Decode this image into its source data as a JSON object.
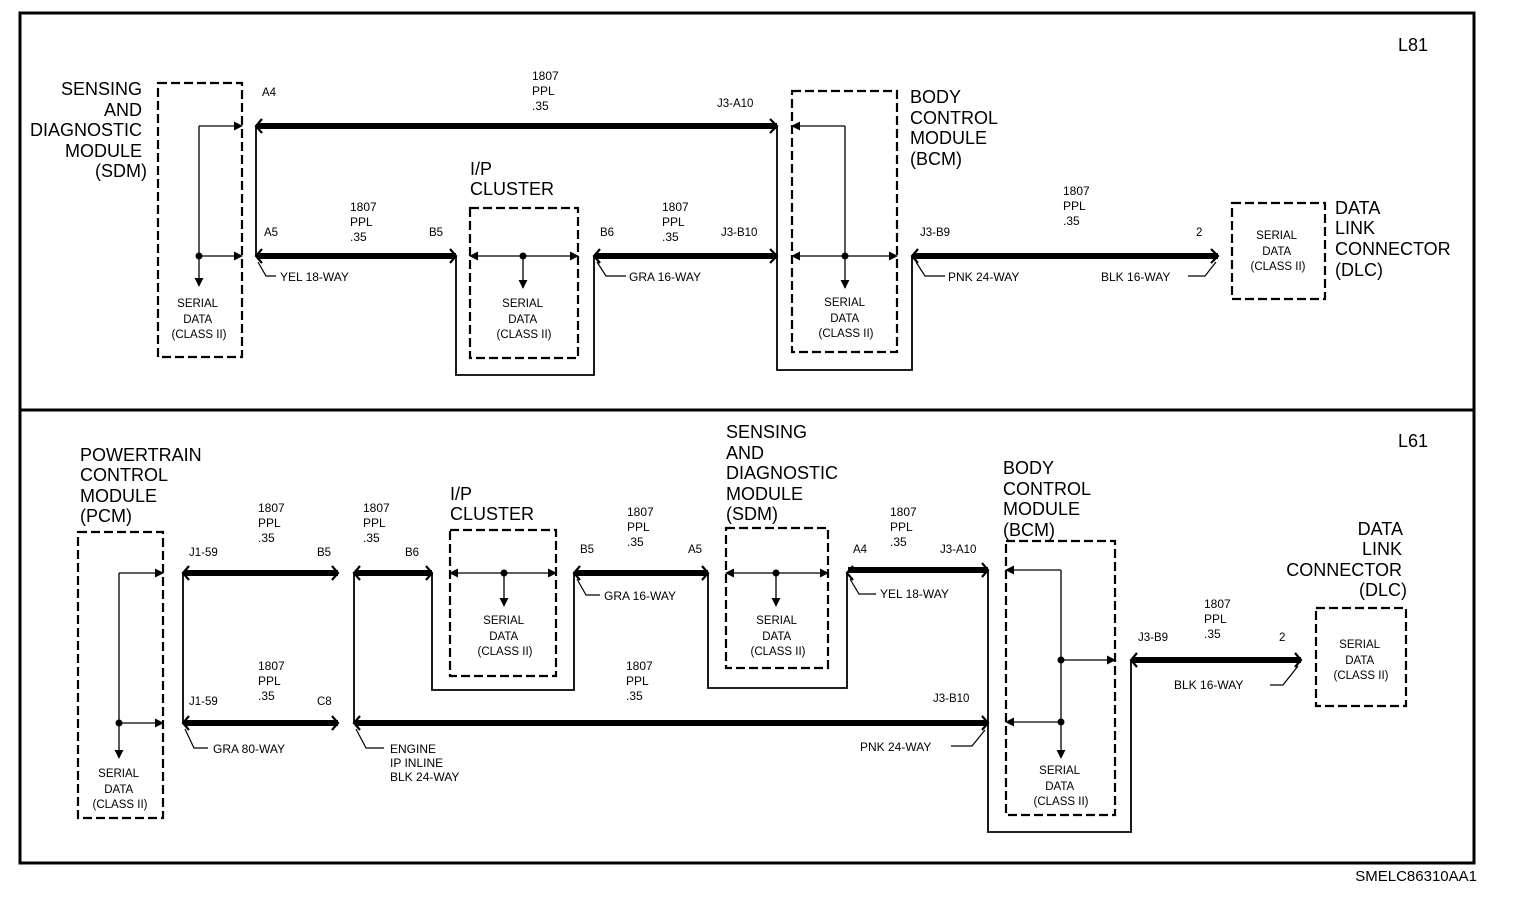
{
  "figure_code": "SMELC86310AA1",
  "serial_data": [
    "SERIAL",
    "DATA",
    "(CLASS II)"
  ],
  "wire": [
    "1807",
    "PPL",
    ".35"
  ],
  "top": {
    "variant": "L81",
    "sdm_title": [
      "SENSING",
      "AND",
      "DIAGNOSTIC",
      "MODULE",
      "(SDM)"
    ],
    "ip_title": [
      "I/P",
      "CLUSTER"
    ],
    "bcm_title": [
      "BODY",
      "CONTROL",
      "MODULE",
      "(BCM)"
    ],
    "dlc_title": [
      "DATA",
      "LINK",
      "CONNECTOR",
      "(DLC)"
    ],
    "pins": {
      "a4": "A4",
      "a5": "A5",
      "b5": "B5",
      "b6": "B6",
      "j3a10": "J3-A10",
      "j3b10": "J3-B10",
      "j3b9": "J3-B9",
      "p2": "2"
    },
    "connectors": {
      "yel18": "YEL 18-WAY",
      "gra16": "GRA 16-WAY",
      "pnk24": "PNK 24-WAY",
      "blk16": "BLK 16-WAY"
    }
  },
  "bottom": {
    "variant": "L61",
    "pcm_title": [
      "POWERTRAIN",
      "CONTROL",
      "MODULE",
      "(PCM)"
    ],
    "ip_title": [
      "I/P",
      "CLUSTER"
    ],
    "sdm_title": [
      "SENSING",
      "AND",
      "DIAGNOSTIC",
      "MODULE",
      "(SDM)"
    ],
    "bcm_title": [
      "BODY",
      "CONTROL",
      "MODULE",
      "(BCM)"
    ],
    "dlc_title": [
      "DATA",
      "LINK",
      "CONNECTOR",
      "(DLC)"
    ],
    "pins": {
      "j159a": "J1-59",
      "j159b": "J1-59",
      "b5a": "B5",
      "b6": "B6",
      "b5b": "B5",
      "a5": "A5",
      "a4": "A4",
      "j3a10": "J3-A10",
      "c8": "C8",
      "j3b10": "J3-B10",
      "j3b9": "J3-B9",
      "p2": "2"
    },
    "connectors": {
      "gra80": "GRA 80-WAY",
      "gra16": "GRA 16-WAY",
      "yel18": "YEL 18-WAY",
      "pnk24": "PNK 24-WAY",
      "blk16": "BLK 16-WAY"
    },
    "engine_inline": [
      "ENGINE",
      "IP INLINE",
      "BLK 24-WAY"
    ]
  }
}
